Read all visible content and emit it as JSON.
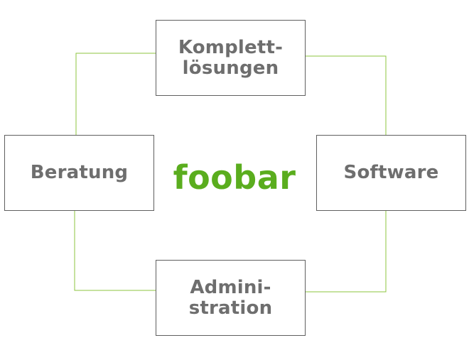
{
  "diagram": {
    "center_title": "foobar",
    "nodes": {
      "top": "Komplett-\nlösungen",
      "left": "Beratung",
      "right": "Software",
      "bottom": "Admini-\nstration"
    }
  },
  "colors": {
    "accent": "#5aad1e",
    "connector": "#8cc63f",
    "node_text": "#6e6e6e",
    "node_border": "#5f5f5f"
  }
}
